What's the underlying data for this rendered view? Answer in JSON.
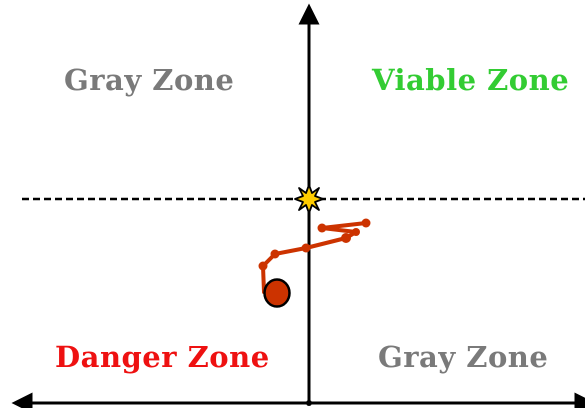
{
  "zones": {
    "top_left": {
      "label": "Gray Zone",
      "color": "#7a7a7a"
    },
    "top_right": {
      "label": "Viable Zone",
      "color": "#33cc33"
    },
    "bottom_left": {
      "label": "Danger Zone",
      "color": "#ee1111"
    },
    "bottom_right": {
      "label": "Gray Zone",
      "color": "#7a7a7a"
    }
  },
  "colors": {
    "axis": "#000000",
    "threshold_line": "#000000",
    "trajectory": "#cc3300",
    "start_marker": "#cc3300",
    "burst_fill": "#ffcc00",
    "burst_outline": "#000000"
  },
  "icons": {
    "burst": "starburst-icon",
    "start": "circle-marker"
  }
}
